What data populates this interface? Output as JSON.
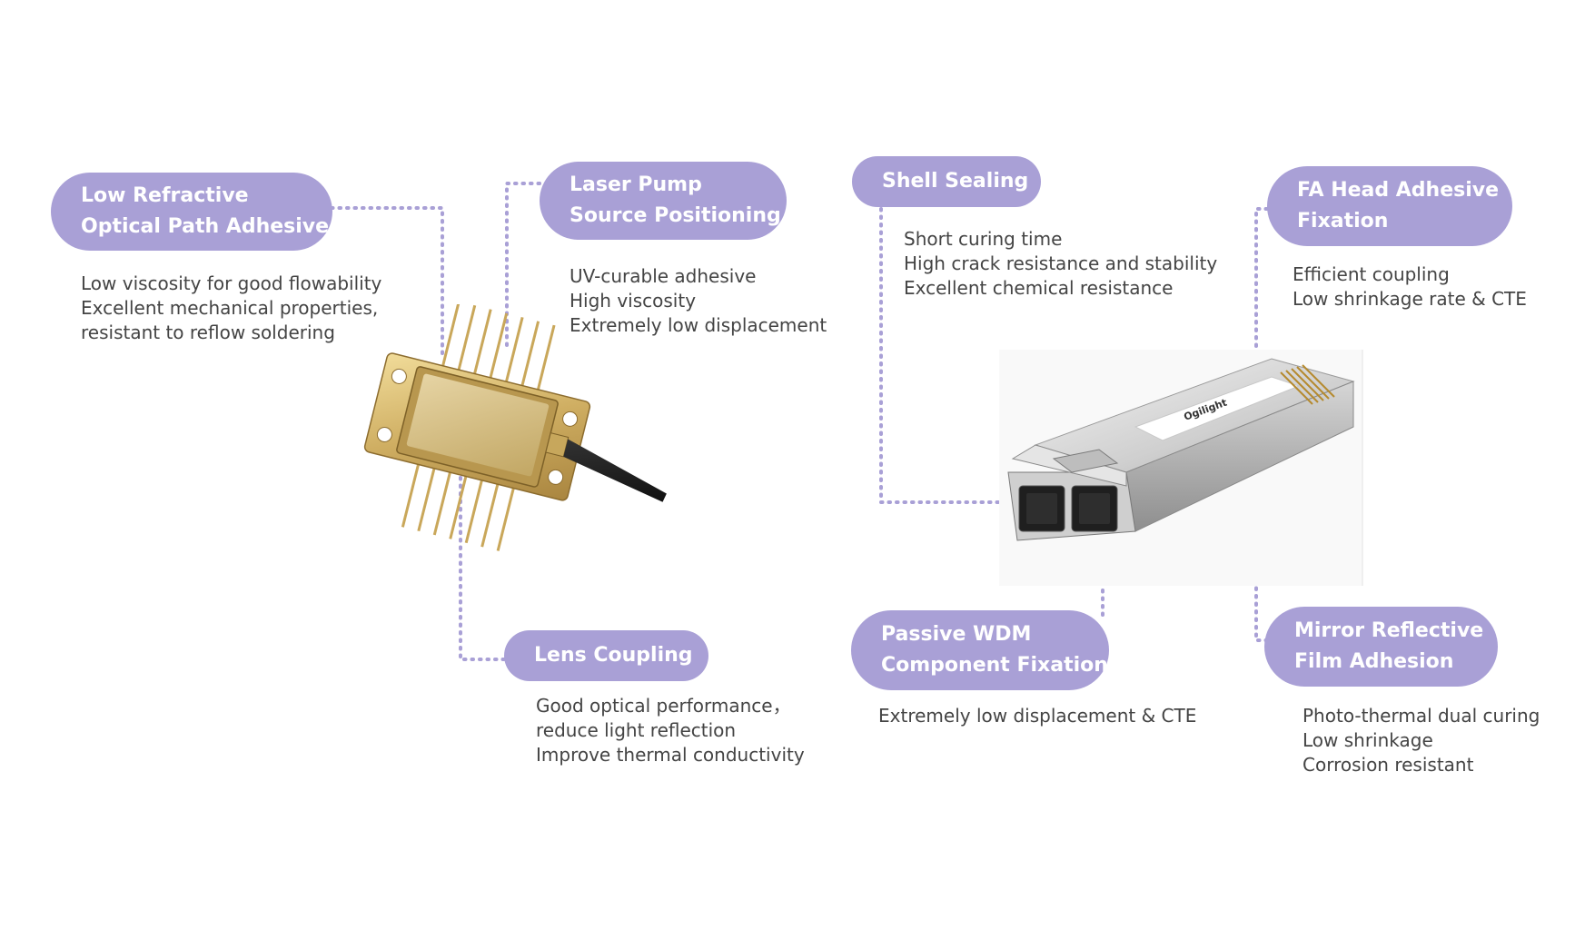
{
  "theme": {
    "pill_color": "#a9a0d6",
    "pill_text_color": "#ffffff",
    "desc_text_color": "#444444",
    "connector_color": "#a9a0d6"
  },
  "labels": {
    "low_refractive": {
      "title": [
        "Low Refractive",
        "Optical Path Adhesive"
      ],
      "desc": [
        "Low viscosity for good flowability",
        "Excellent mechanical properties,",
        "resistant to reflow soldering"
      ]
    },
    "laser_pump": {
      "title": [
        "Laser Pump",
        "Source Positioning"
      ],
      "desc": [
        "UV-curable adhesive",
        "High viscosity",
        "Extremely low displacement"
      ]
    },
    "lens_coupling": {
      "title": [
        "Lens Coupling"
      ],
      "desc": [
        "Good optical performance，",
        "reduce light reflection",
        "Improve thermal conductivity"
      ]
    },
    "shell_sealing": {
      "title": [
        "Shell Sealing"
      ],
      "desc": [
        "Short curing time",
        "High crack resistance and stability",
        "Excellent chemical resistance"
      ]
    },
    "fa_head": {
      "title": [
        "FA Head Adhesive",
        "Fixation"
      ],
      "desc": [
        "Efficient coupling",
        "Low shrinkage rate & CTE"
      ]
    },
    "passive_wdm": {
      "title": [
        "Passive WDM",
        "Component Fixation"
      ],
      "desc": [
        "Extremely low displacement & CTE"
      ]
    },
    "mirror_reflective": {
      "title": [
        "Mirror Reflective",
        "Film Adhesion"
      ],
      "desc": [
        "Photo-thermal dual curing",
        "Low shrinkage",
        "Corrosion resistant"
      ]
    }
  },
  "images": {
    "laser_module": {
      "icon": "butterfly-laser-module-icon"
    },
    "sfp_transceiver": {
      "icon": "sfp-transceiver-module-icon",
      "logo_text": "Ogilight"
    }
  }
}
